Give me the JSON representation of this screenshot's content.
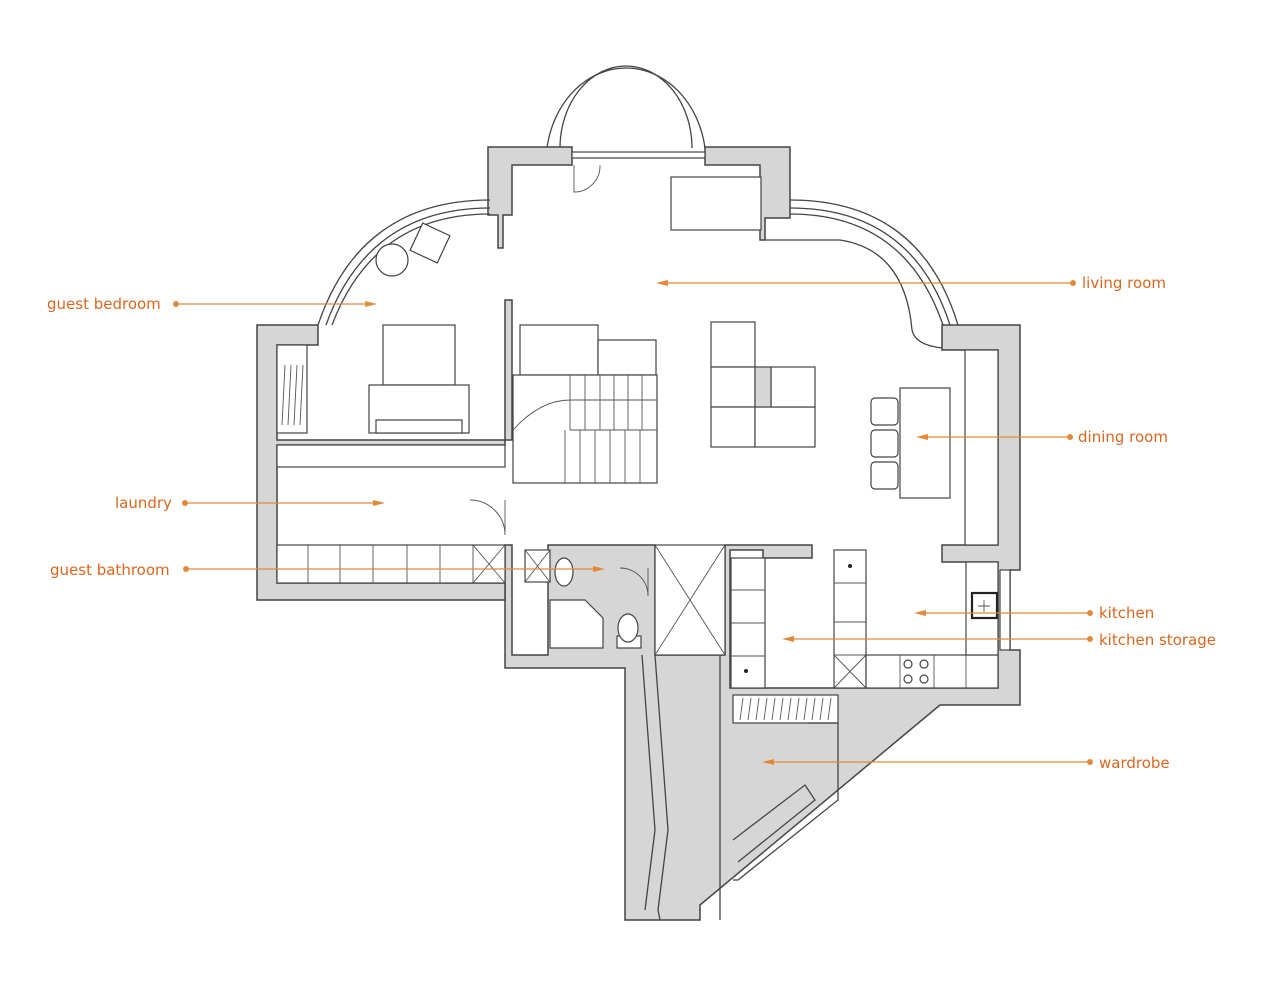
{
  "title": "Floor plan",
  "accent_color": "#e2893a",
  "label_color": "#d9661f",
  "rooms": [
    {
      "id": "living-room",
      "label": "living room"
    },
    {
      "id": "guest-bedroom",
      "label": "guest bedroom"
    },
    {
      "id": "dining-room",
      "label": "dining room"
    },
    {
      "id": "laundry",
      "label": "laundry"
    },
    {
      "id": "guest-bathroom",
      "label": "guest bathroom"
    },
    {
      "id": "kitchen",
      "label": "kitchen"
    },
    {
      "id": "kitchen-storage",
      "label": "kitchen storage"
    },
    {
      "id": "wardrobe",
      "label": "wardrobe"
    }
  ]
}
